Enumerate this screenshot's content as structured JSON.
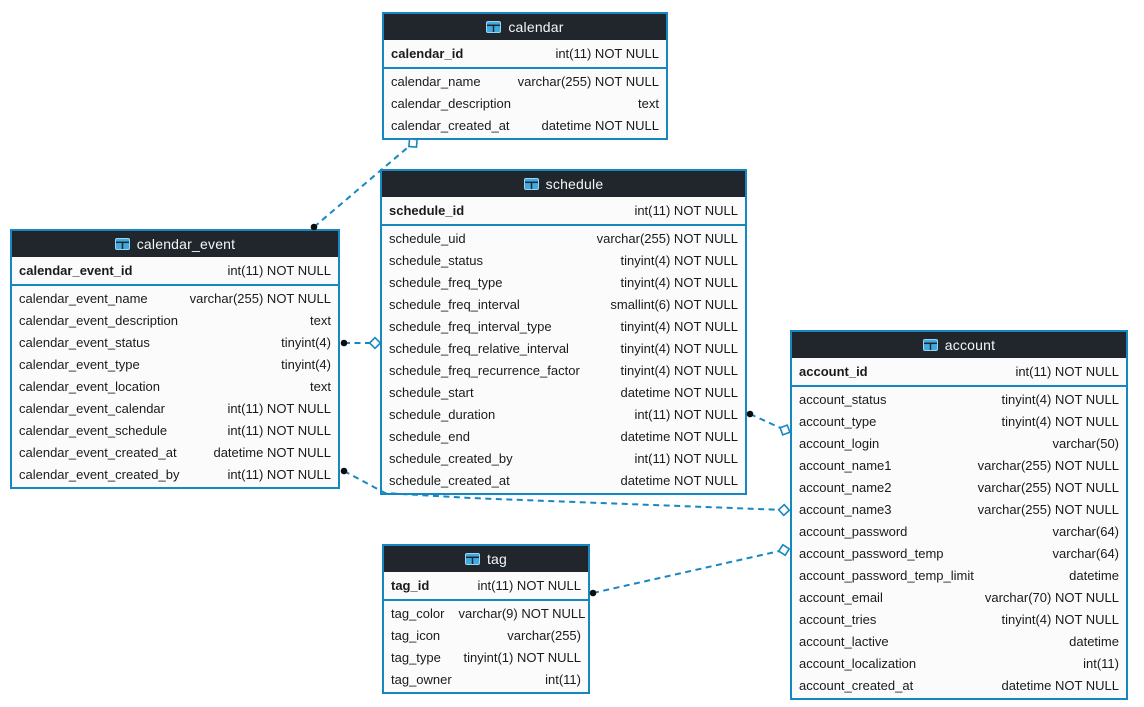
{
  "app": {
    "type": "database-er-diagram"
  },
  "theme": {
    "canvas_bg": "#ffffff",
    "table_border_color": "#1787c1",
    "header_bg": "#21262c",
    "header_text_color": "#f4f6f7",
    "row_bg": "#fbfbfb",
    "row_text_color": "#1a1a1a",
    "relationship_color": "#1787c1",
    "table_icon": "table-grid-icon",
    "icon_color": "#3fa9e0"
  },
  "tables": [
    {
      "name": "calendar",
      "primary_key": {
        "name": "calendar_id",
        "type": "int(11) NOT NULL"
      },
      "columns": [
        {
          "name": "calendar_name",
          "type": "varchar(255) NOT NULL"
        },
        {
          "name": "calendar_description",
          "type": "text"
        },
        {
          "name": "calendar_created_at",
          "type": "datetime NOT NULL"
        }
      ]
    },
    {
      "name": "schedule",
      "primary_key": {
        "name": "schedule_id",
        "type": "int(11) NOT NULL"
      },
      "columns": [
        {
          "name": "schedule_uid",
          "type": "varchar(255) NOT NULL"
        },
        {
          "name": "schedule_status",
          "type": "tinyint(4) NOT NULL"
        },
        {
          "name": "schedule_freq_type",
          "type": "tinyint(4) NOT NULL"
        },
        {
          "name": "schedule_freq_interval",
          "type": "smallint(6) NOT NULL"
        },
        {
          "name": "schedule_freq_interval_type",
          "type": "tinyint(4) NOT NULL"
        },
        {
          "name": "schedule_freq_relative_interval",
          "type": "tinyint(4) NOT NULL"
        },
        {
          "name": "schedule_freq_recurrence_factor",
          "type": "tinyint(4) NOT NULL"
        },
        {
          "name": "schedule_start",
          "type": "datetime NOT NULL"
        },
        {
          "name": "schedule_duration",
          "type": "int(11) NOT NULL"
        },
        {
          "name": "schedule_end",
          "type": "datetime NOT NULL"
        },
        {
          "name": "schedule_created_by",
          "type": "int(11) NOT NULL"
        },
        {
          "name": "schedule_created_at",
          "type": "datetime NOT NULL"
        }
      ]
    },
    {
      "name": "calendar_event",
      "primary_key": {
        "name": "calendar_event_id",
        "type": "int(11) NOT NULL"
      },
      "columns": [
        {
          "name": "calendar_event_name",
          "type": "varchar(255) NOT NULL"
        },
        {
          "name": "calendar_event_description",
          "type": "text"
        },
        {
          "name": "calendar_event_status",
          "type": "tinyint(4)"
        },
        {
          "name": "calendar_event_type",
          "type": "tinyint(4)"
        },
        {
          "name": "calendar_event_location",
          "type": "text"
        },
        {
          "name": "calendar_event_calendar",
          "type": "int(11) NOT NULL"
        },
        {
          "name": "calendar_event_schedule",
          "type": "int(11) NOT NULL"
        },
        {
          "name": "calendar_event_created_at",
          "type": "datetime NOT NULL"
        },
        {
          "name": "calendar_event_created_by",
          "type": "int(11) NOT NULL"
        }
      ]
    },
    {
      "name": "account",
      "primary_key": {
        "name": "account_id",
        "type": "int(11) NOT NULL"
      },
      "columns": [
        {
          "name": "account_status",
          "type": "tinyint(4) NOT NULL"
        },
        {
          "name": "account_type",
          "type": "tinyint(4) NOT NULL"
        },
        {
          "name": "account_login",
          "type": "varchar(50)"
        },
        {
          "name": "account_name1",
          "type": "varchar(255) NOT NULL"
        },
        {
          "name": "account_name2",
          "type": "varchar(255) NOT NULL"
        },
        {
          "name": "account_name3",
          "type": "varchar(255) NOT NULL"
        },
        {
          "name": "account_password",
          "type": "varchar(64)"
        },
        {
          "name": "account_password_temp",
          "type": "varchar(64)"
        },
        {
          "name": "account_password_temp_limit",
          "type": "datetime"
        },
        {
          "name": "account_email",
          "type": "varchar(70) NOT NULL"
        },
        {
          "name": "account_tries",
          "type": "tinyint(4) NOT NULL"
        },
        {
          "name": "account_lactive",
          "type": "datetime"
        },
        {
          "name": "account_localization",
          "type": "int(11)"
        },
        {
          "name": "account_created_at",
          "type": "datetime NOT NULL"
        }
      ]
    },
    {
      "name": "tag",
      "primary_key": {
        "name": "tag_id",
        "type": "int(11) NOT NULL"
      },
      "columns": [
        {
          "name": "tag_color",
          "type": "varchar(9) NOT NULL"
        },
        {
          "name": "tag_icon",
          "type": "varchar(255)"
        },
        {
          "name": "tag_type",
          "type": "tinyint(1) NOT NULL"
        },
        {
          "name": "tag_owner",
          "type": "int(11)"
        }
      ]
    }
  ],
  "relationships": [
    {
      "from": "calendar_event",
      "to": "calendar",
      "from_marker": "dot",
      "to_marker": "diamond",
      "style": "dashed"
    },
    {
      "from": "calendar_event",
      "to": "schedule",
      "from_marker": "dot",
      "to_marker": "diamond",
      "style": "dashed"
    },
    {
      "from": "schedule",
      "to": "account",
      "from_marker": "dot",
      "to_marker": "diamond",
      "style": "dashed"
    },
    {
      "from": "calendar_event",
      "to": "account",
      "from_marker": "dot",
      "to_marker": "diamond",
      "style": "dashed"
    },
    {
      "from": "tag",
      "to": "account",
      "from_marker": "dot",
      "to_marker": "diamond",
      "style": "dashed"
    }
  ]
}
